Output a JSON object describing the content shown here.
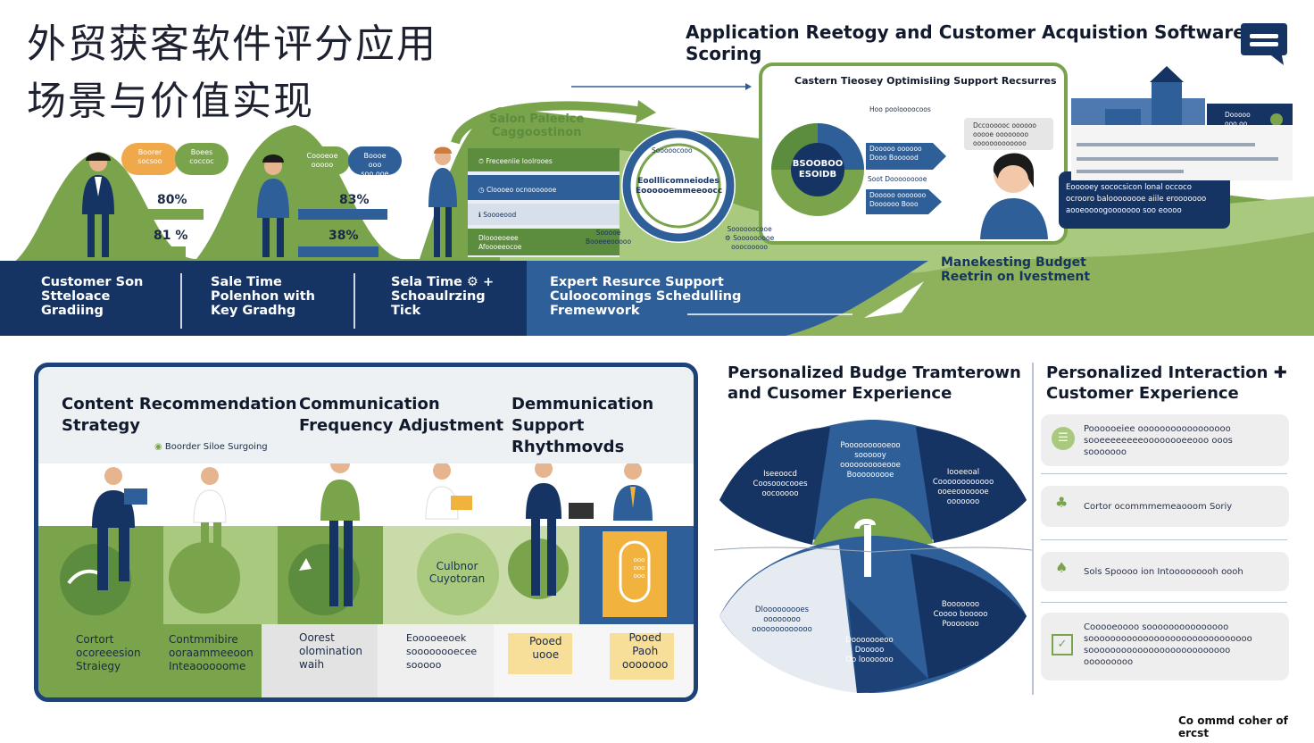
{
  "header": {
    "title_cn_line1": "外贸获客软件评分应用",
    "title_cn_line2": "场景与价值实现",
    "title_en": "Application Reetogy and Customer Acquistion Software Scoring"
  },
  "hero": {
    "bubbles": [
      {
        "left": "Boorer\nsocsoo",
        "right": "Boees\ncoccoc"
      },
      {
        "left": "Coooeoe\nooooo",
        "right": "Boooe ooo\nsoo ooe"
      }
    ],
    "stats": [
      {
        "a": "80%",
        "b": "81 %"
      },
      {
        "a": "83%",
        "b": "38%"
      }
    ],
    "bottom_labels": [
      "Customer Son\nStteloace\nGradiing",
      "Sale Time\nPolenhon with\nKey Gradhg",
      "Sela Time  ⚙ +\nSchoaulrzing\nTick",
      "Expert Resurce Support\nCuloocomings Schedulling\nFremewvork"
    ],
    "sales_box_title": "Salon Paleeice\nCaggoostinon",
    "sales_box_items": [
      "Freceeniie loolrooes",
      "Cloooeo ocnooooooe",
      "Soooeood",
      "Dloooeoeee\nAfoooeeocoe"
    ],
    "circle_text": "Eoolllicomneiodes\nEoooooemmeeoocc",
    "circle_ring": "Sooooocooo",
    "under_circle": [
      "Sooooe\nBooeeeooooo",
      "Soooooocooe\n⚙ Sooooooooe\nooocooooo"
    ],
    "support_card_title": "Castern Tieosey Optimisiing Support Recsurres",
    "support_card_sub": "Hoo pooloooocoos",
    "donut_text": "BSOOBOO\nESOIDB",
    "arrows": [
      "Dooooo oooooo\nDooo Boooood",
      "Soot Dooooooooe",
      "Dooooo ooooooo\nDoooooo Booo"
    ],
    "speech_text": "Dccoooooc oooooo\nooooe oooooooo\nooooooooooooo",
    "roi_note": "Eooooey sococsicon lonal occoco\nocrooro baloooooooe aiile erooooooo\naooeoooogooooooo soo eoooo",
    "roi_label": "Manekesting Budget\nReetrin on Ivestment",
    "mini_card_text": "Dooooo\nooo oo"
  },
  "panel": {
    "columns": [
      "Content Recommendation\nStrategy",
      "Communication\nFrequency Adjustment",
      "Demmunication\nSupport Rhythmovds"
    ],
    "tag": "Boorder Siloe Surgoing",
    "circle_label": "Culbnor\nCuyotoran",
    "badge_text": "ooo\nooo\nooo",
    "cells": [
      "Cortort\nocoreeesion\nStraiegy",
      "Contmmibire\nooraammeeoon\nInteaooooome",
      "Oorest\nolomination\nwaih",
      "Eooooeeoek\nsoooooooecee\nsooooo",
      "Pooed\nuooe",
      "Pooed\nPaoh\nooooooo"
    ]
  },
  "right": {
    "section1_title": "Personalized Budge Tramterown\n  and Cusomer Experience",
    "section2_title": "Personalized  Interaction  ✚\nCustomer Experience",
    "pie_top": [
      "Iseeoocd\nCoosooocooes\noocooooo",
      "Poooooooooeoo\nsoooooy\noooooooooeooe\nBooooooooe",
      "Iooeeoal\nCoooooooooooo\nooeeooooooe\nooooooo"
    ],
    "pie_bottom": [
      "Dlooooooooes\noooooooo\nooooooooooooo",
      "Dooooooeoo\nDooooo\nOo looooooo",
      "Booooooo\nCoooo booooo\nPooooooo"
    ],
    "cards": [
      "Poooooeiee ooooooooooooooooo\nsooeeeeeeeeoooooooeeooo ooos\nsooooooo",
      "Cortor  ocommmemeaooom Soriy",
      "Sols Spoooo ion Intooooooooh oooh",
      "Cooooeoooo sooooooooooooooo\nsoooooooooooooooooooooooooooooo\nsoooooooooooooooooooooooooo\nooooooooo"
    ]
  },
  "footer": "Co ommd coher of ercst",
  "colors": {
    "navy": "#163463",
    "blue": "#2f5f98",
    "green": "#7aa44c",
    "light_green": "#a9c97e",
    "orange": "#f0a94a",
    "gold": "#f2b23e"
  }
}
